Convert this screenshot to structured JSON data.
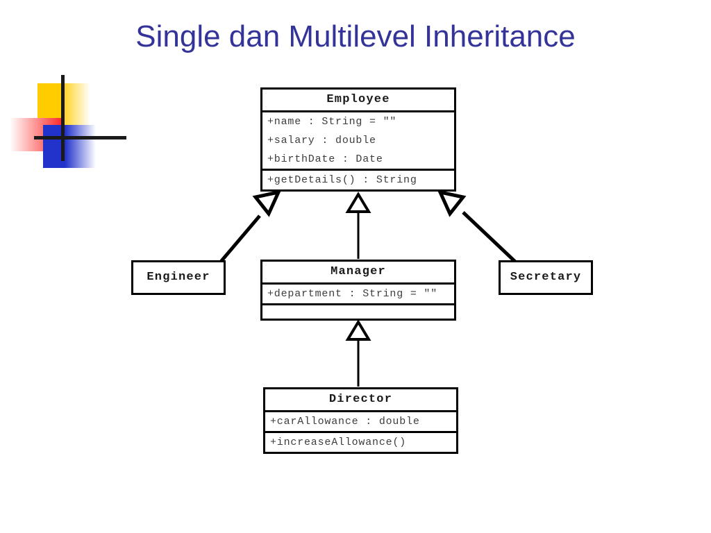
{
  "slide": {
    "title": "Single dan Multilevel Inheritance",
    "title_color": "#333399",
    "background_color": "#ffffff"
  },
  "logo": {
    "name": "decorative-corner-logo",
    "shapes": [
      {
        "name": "yellow-square",
        "color": "#FFCC00"
      },
      {
        "name": "red-square",
        "color": "#FF3333"
      },
      {
        "name": "blue-square",
        "color": "#2233CC"
      },
      {
        "name": "vertical-line",
        "color": "#1a1a1a"
      },
      {
        "name": "horizontal-line",
        "color": "#1a1a1a"
      }
    ]
  },
  "diagram": {
    "type": "uml-class-diagram",
    "classes": [
      {
        "id": "employee",
        "name": "Employee",
        "attributes": [
          "+name : String = \"\"",
          "+salary : double",
          "+birthDate : Date"
        ],
        "operations": [
          "+getDetails() : String"
        ]
      },
      {
        "id": "engineer",
        "name": "Engineer",
        "attributes": [],
        "operations": []
      },
      {
        "id": "manager",
        "name": "Manager",
        "attributes": [
          "+department : String = \"\""
        ],
        "operations": []
      },
      {
        "id": "secretary",
        "name": "Secretary",
        "attributes": [],
        "operations": []
      },
      {
        "id": "director",
        "name": "Director",
        "attributes": [
          "+carAllowance : double"
        ],
        "operations": [
          "+increaseAllowance()"
        ]
      }
    ],
    "generalizations": [
      {
        "from": "Engineer",
        "to": "Employee",
        "style": "hollow-triangle-arrow"
      },
      {
        "from": "Manager",
        "to": "Employee",
        "style": "hollow-triangle-arrow"
      },
      {
        "from": "Secretary",
        "to": "Employee",
        "style": "hollow-triangle-arrow"
      },
      {
        "from": "Director",
        "to": "Manager",
        "style": "hollow-triangle-arrow"
      }
    ]
  }
}
